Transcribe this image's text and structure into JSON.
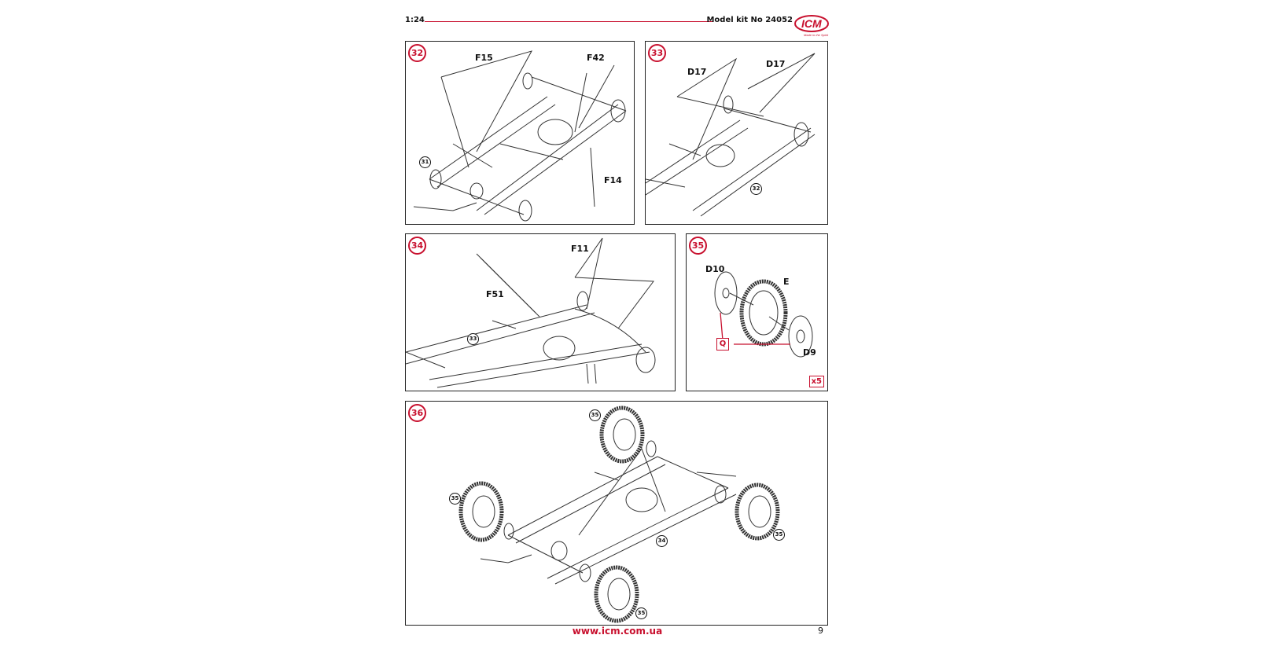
{
  "header": {
    "scale": "1:24",
    "kit_label": "Model kit No 24052",
    "logo_text": "ICM",
    "logo_tagline": "Made in the Spirit"
  },
  "steps": [
    {
      "number": "32",
      "parts": [
        "F15",
        "F42",
        "F14"
      ],
      "refs": [
        "31"
      ]
    },
    {
      "number": "33",
      "parts": [
        "D17",
        "D17"
      ],
      "refs": [
        "32"
      ]
    },
    {
      "number": "34",
      "parts": [
        "F11",
        "F51"
      ],
      "refs": [
        "33"
      ]
    },
    {
      "number": "35",
      "parts": [
        "D10",
        "E",
        "D9"
      ],
      "paint_code": "Q",
      "quantity": "x5"
    },
    {
      "number": "36",
      "refs": [
        "35",
        "35",
        "35",
        "35",
        "34"
      ]
    }
  ],
  "footer": {
    "url": "www.icm.com.ua",
    "page": "9"
  },
  "colors": {
    "accent": "#c8102e",
    "line": "#222222"
  }
}
